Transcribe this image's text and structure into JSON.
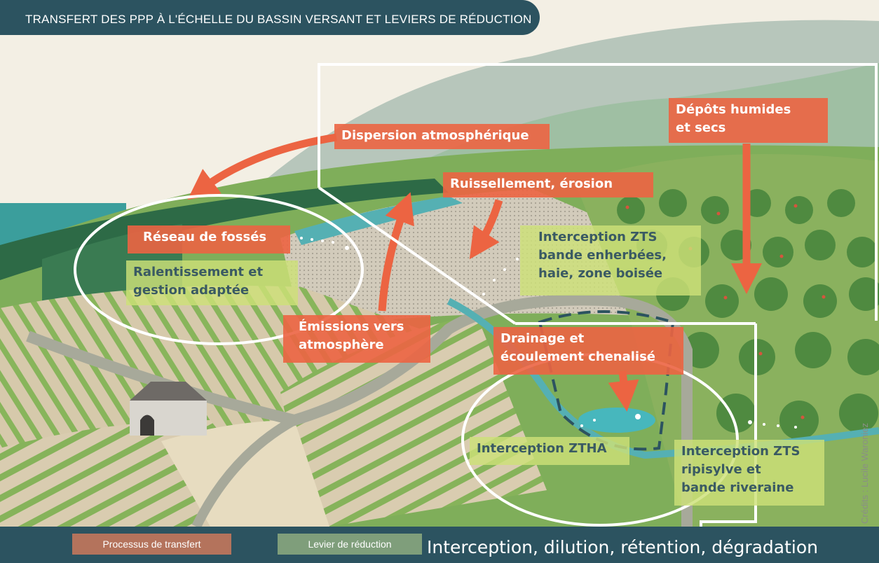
{
  "title": "TRANSFERT DES PPP À L'ÉCHELLE DU BASSIN VERSANT ET LEVIERS DE RÉDUCTION",
  "process_labels": {
    "dispersion": "Dispersion atmosphérique",
    "depots_line1": "Dépôts humides",
    "depots_line2": "et secs",
    "ruissellement": "Ruissellement, érosion",
    "reseau": "Réseau de fossés",
    "emissions_line1": "Émissions vers",
    "emissions_line2": "atmosphère",
    "drainage_line1": "Drainage et",
    "drainage_line2": "écoulement chenalisé"
  },
  "lever_labels": {
    "ralentissement_line1": "Ralentissement et",
    "ralentissement_line2": "gestion adaptée",
    "interception_zts_line1": "Interception ZTS",
    "interception_zts_line2": "bande enherbées,",
    "interception_zts_line3": "haie, zone boisée",
    "interception_ztha": "Interception ZTHA",
    "ripisylve_line1": "Interception ZTS",
    "ripisylve_line2": "ripisylve et",
    "ripisylve_line3": "bande riveraine"
  },
  "legend": {
    "process": "Processus de transfert",
    "lever": "Levier de réduction"
  },
  "bottom_caption": "Interception, dilution, rétention, dégradation",
  "credits": "Crédits : Lucile Waroniez",
  "colors": {
    "process": "#ec6442",
    "lever": "#cde178",
    "dark_teal": "#2c5360"
  }
}
